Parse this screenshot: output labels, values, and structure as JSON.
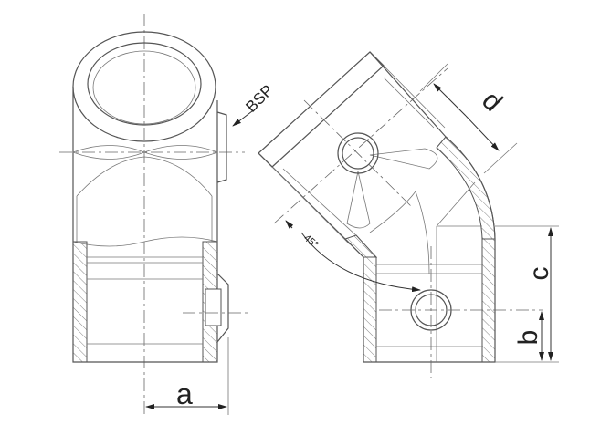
{
  "drawing": {
    "labels": {
      "a": "a",
      "b": "b",
      "c": "c",
      "d": "d",
      "thread": "BSP",
      "angle": "45°"
    },
    "colors": {
      "line": "#555555",
      "text": "#222222",
      "background": "#ffffff"
    }
  }
}
